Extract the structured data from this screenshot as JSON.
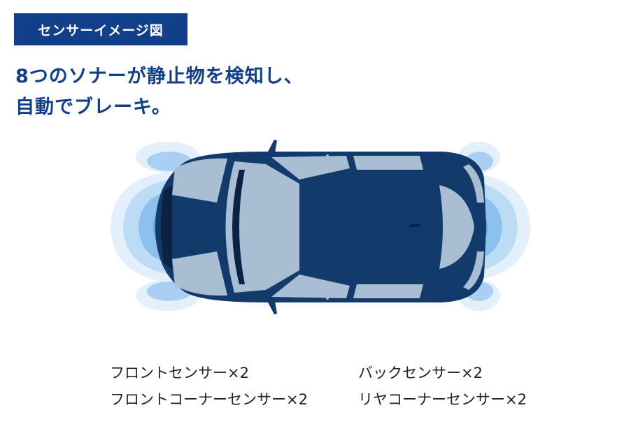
{
  "colors": {
    "navy": "#123f8a",
    "car_body": "#123a6b",
    "car_dark": "#0b2244",
    "glass": "#a9bdd3",
    "wave_light": "#dcebfa",
    "wave_mid": "#a9d0f2",
    "wave_dark": "#5aa7e6"
  },
  "header": {
    "badge": "センサーイメージ図"
  },
  "headline": {
    "line1": "8つのソナーが静止物を検知し、",
    "line2": "自動でブレーキ。"
  },
  "legend": {
    "left": [
      "フロントセンサー×2",
      "フロントコーナーセンサー×2"
    ],
    "right": [
      "バックセンサー×2",
      "リヤコーナーセンサー×2"
    ]
  }
}
